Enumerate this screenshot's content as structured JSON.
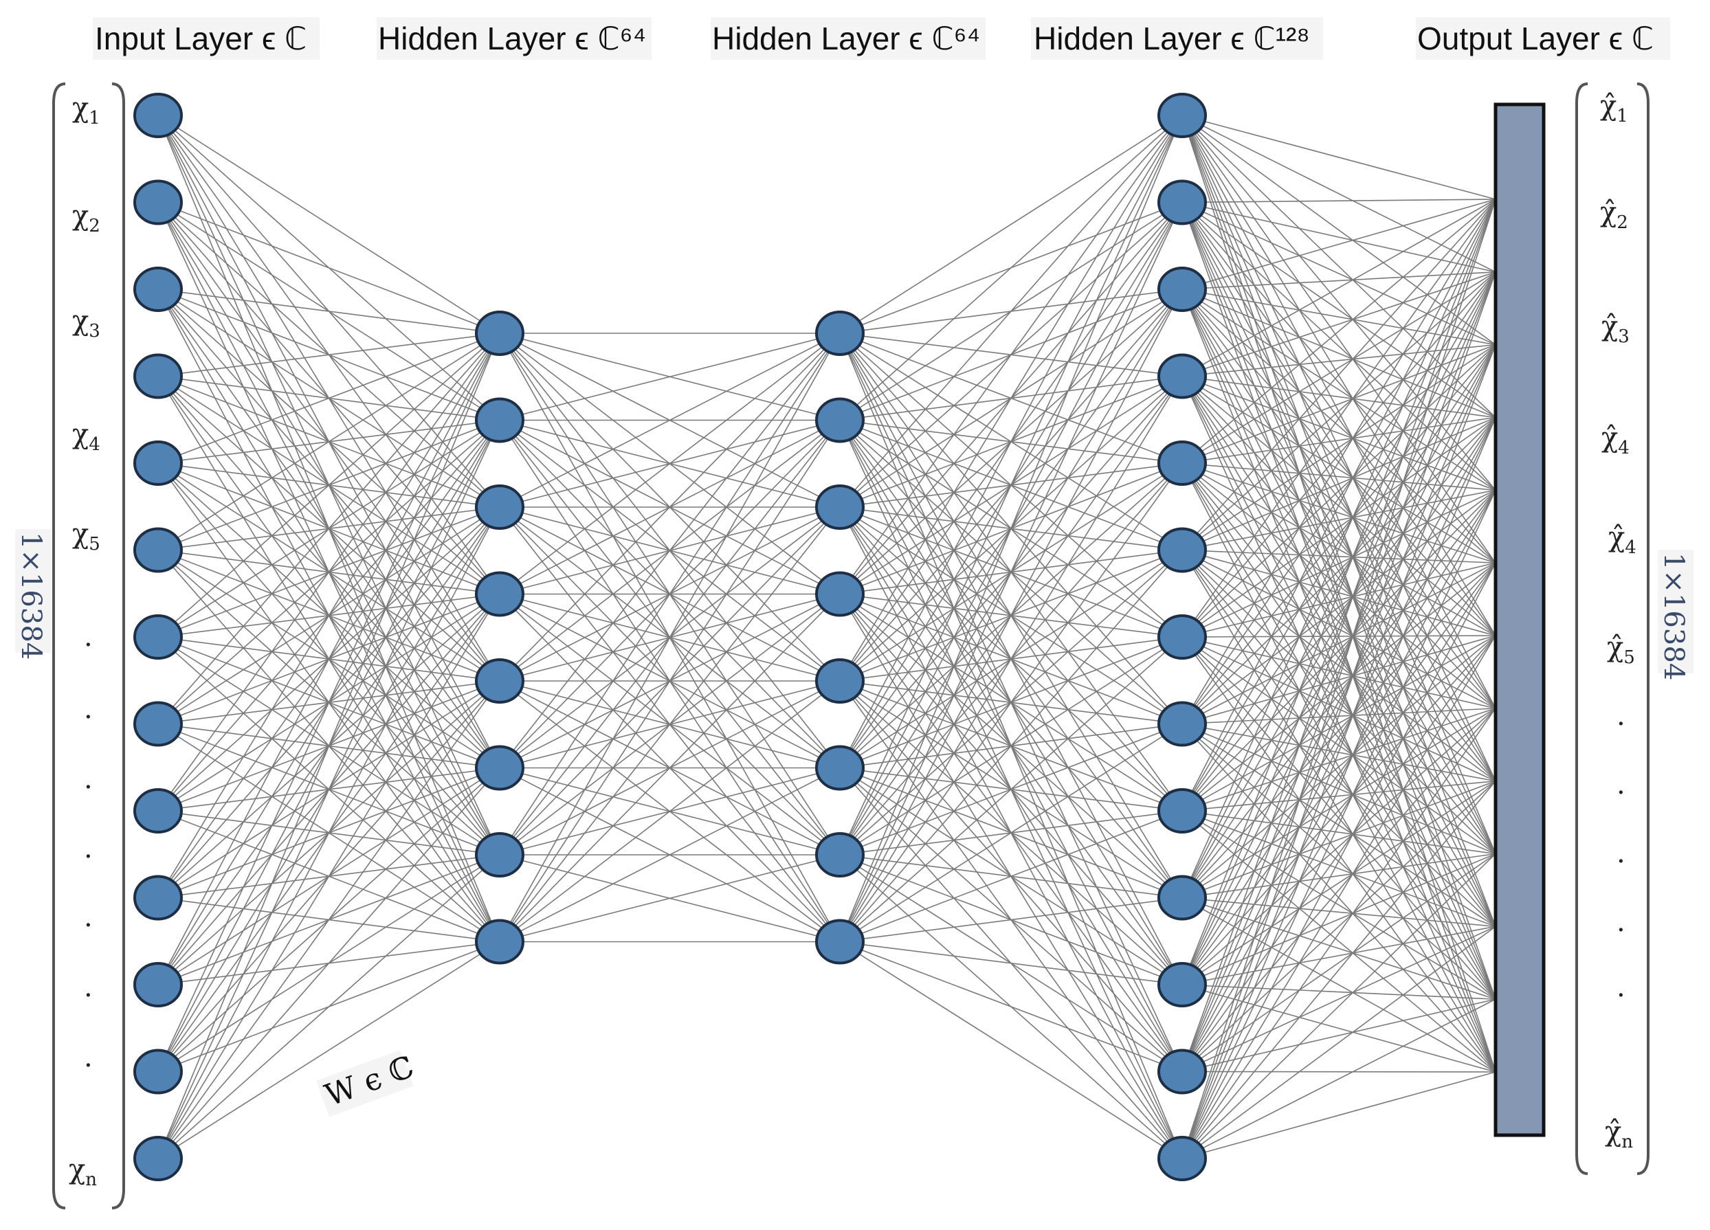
{
  "headers": {
    "input": "Input Layer ϵ ℂ",
    "hidden1": "Hidden Layer ϵ ℂ⁶⁴",
    "hidden2": "Hidden Layer ϵ ℂ⁶⁴",
    "hidden3": "Hidden Layer ϵ ℂ¹²⁸",
    "output": "Output Layer ϵ ℂ"
  },
  "input_labels": [
    {
      "base": "χ",
      "sub": "1"
    },
    {
      "base": "χ",
      "sub": "2"
    },
    {
      "base": "χ",
      "sub": "3"
    },
    {
      "base": "χ",
      "sub": "4"
    },
    {
      "base": "χ",
      "sub": "5"
    }
  ],
  "input_last_label": {
    "base": "χ",
    "sub": "n"
  },
  "output_labels": [
    {
      "base": "χ̂",
      "sub": "1"
    },
    {
      "base": "χ̂",
      "sub": "2"
    },
    {
      "base": "χ̂",
      "sub": "3"
    },
    {
      "base": "χ̂",
      "sub": "4"
    },
    {
      "base": "χ̂",
      "sub": "4"
    },
    {
      "base": "χ̂",
      "sub": "5"
    }
  ],
  "output_last_label": {
    "base": "χ̂",
    "sub": "n"
  },
  "ellipsis_dot": ".",
  "input_dim": "1×16384",
  "output_dim": "1×16384",
  "weight_label": "W ϵ ℂ",
  "layers": {
    "input_nodes": 13,
    "hidden1_nodes": 8,
    "hidden2_nodes": 8,
    "hidden3_nodes": 13
  },
  "colors": {
    "node_fill": "#5082b4",
    "node_stroke": "#1e2e44",
    "edge": "#7a7a7a",
    "output_bar": "#8597b2",
    "bracket": "#555555"
  }
}
